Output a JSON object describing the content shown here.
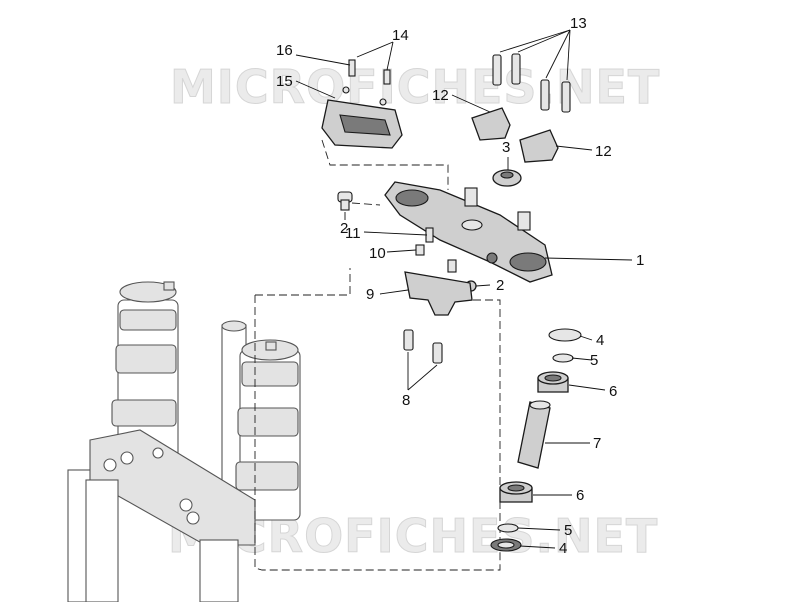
{
  "diagram": {
    "watermark_top": "MICROFICHES.NET",
    "watermark_bottom": "MICROFICHES.NET",
    "labels": {
      "p1": "1",
      "p2a": "2",
      "p2b": "2",
      "p3": "3",
      "p4a": "4",
      "p4b": "4",
      "p5a": "5",
      "p5b": "5",
      "p6a": "6",
      "p6b": "6",
      "p7": "7",
      "p8": "8",
      "p9": "9",
      "p10": "10",
      "p11": "11",
      "p12a": "12",
      "p12b": "12",
      "p13": "13",
      "p14": "14",
      "p15": "15",
      "p16": "16"
    }
  }
}
